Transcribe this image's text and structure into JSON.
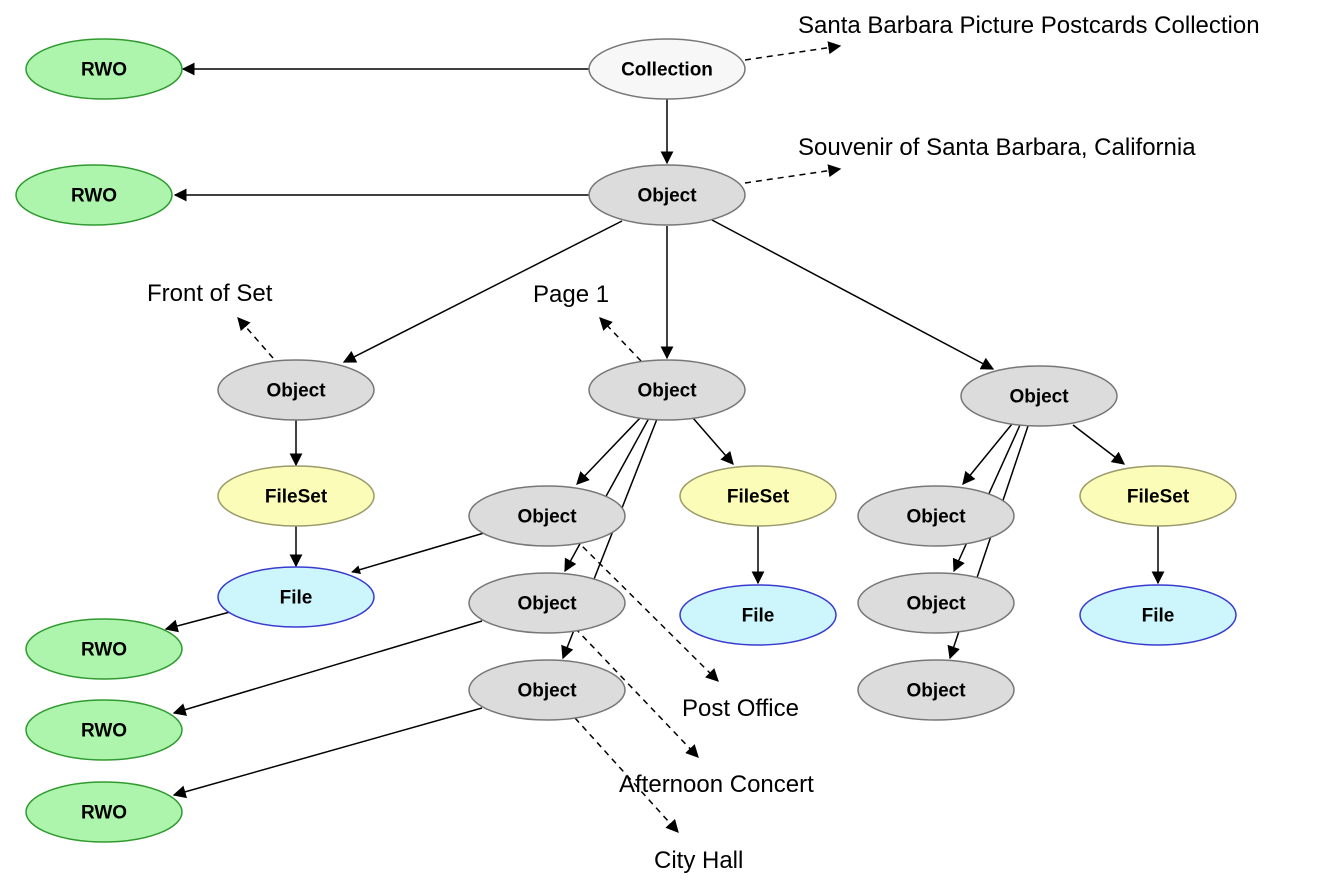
{
  "colors": {
    "rwo": {
      "fill": "#adf5ad",
      "stroke": "#2f9a2f"
    },
    "collection": {
      "fill": "#f7f7f7",
      "stroke": "#777777"
    },
    "object": {
      "fill": "#dcdcdc",
      "stroke": "#777777"
    },
    "fileset": {
      "fill": "#fafcb8",
      "stroke": "#9a9a6a"
    },
    "file": {
      "fill": "#cdf6fc",
      "stroke": "#3a3acf"
    }
  },
  "nodes": {
    "collection": "Collection",
    "object_top": "Object",
    "object_front": "Object",
    "object_page1": "Object",
    "object_right": "Object",
    "object_m1": "Object",
    "object_m2": "Object",
    "object_m3": "Object",
    "object_r1": "Object",
    "object_r2": "Object",
    "object_r3": "Object",
    "fileset_left": "FileSet",
    "fileset_mid": "FileSet",
    "fileset_right": "FileSet",
    "file_left": "File",
    "file_mid": "File",
    "file_right": "File",
    "rwo_1": "RWO",
    "rwo_2": "RWO",
    "rwo_3": "RWO",
    "rwo_4": "RWO",
    "rwo_5": "RWO"
  },
  "labels": {
    "collection_title": "Santa Barbara Picture Postcards Collection",
    "object_title": "Souvenir of Santa Barbara, California",
    "front_of_set": "Front of Set",
    "page_1": "Page 1",
    "post_office": "Post Office",
    "afternoon_concert": "Afternoon Concert",
    "city_hall": "City Hall"
  }
}
